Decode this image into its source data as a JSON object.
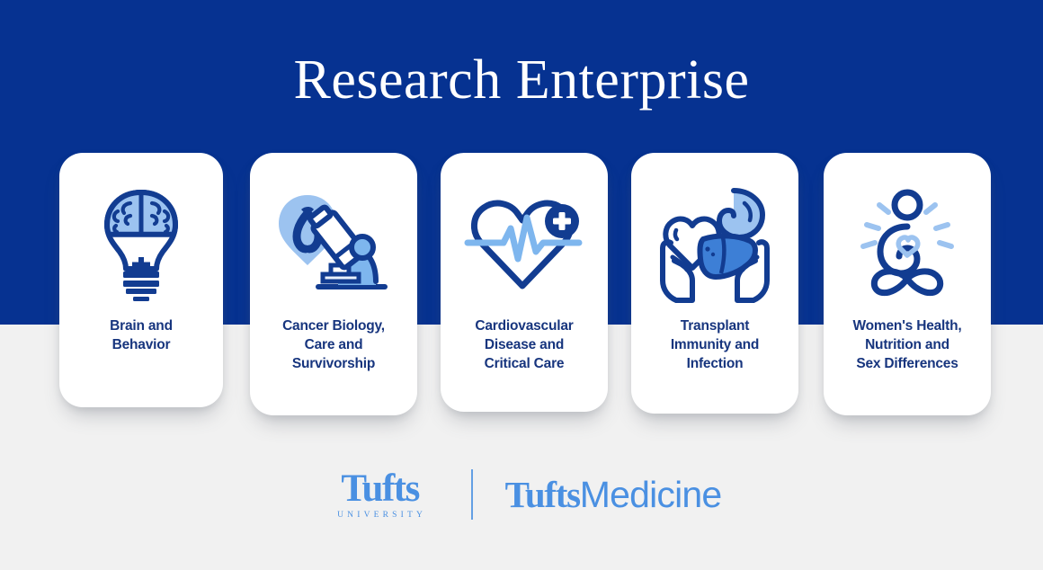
{
  "theme": {
    "brand_dark_blue": "#063291",
    "brand_light_blue": "#90c0f0",
    "brand_mid_blue": "#3d7fd6",
    "logo_blue": "#4a90e2",
    "card_text_navy": "#17357e",
    "page_background": "#f1f1f1",
    "card_background": "#ffffff"
  },
  "header": {
    "title": "Research Enterprise"
  },
  "cards": [
    {
      "label": "Brain and\nBehavior",
      "icon": "brain-lightbulb-icon"
    },
    {
      "label": "Cancer Biology,\nCare and\nSurvivorship",
      "icon": "ribbon-microscope-icon"
    },
    {
      "label": "Cardiovascular\nDisease and\nCritical Care",
      "icon": "heart-ekg-plus-icon"
    },
    {
      "label": "Transplant\nImmunity and\nInfection",
      "icon": "hands-organs-icon"
    },
    {
      "label": "Women's Health,\nNutrition and\nSex Differences",
      "icon": "meditating-figure-heart-icon"
    }
  ],
  "footer": {
    "tufts_university": {
      "wordmark": "Tufts",
      "subtext": "UNIVERSITY"
    },
    "tufts_medicine": {
      "bold_part": "Tufts",
      "light_part": "Medicine"
    }
  }
}
